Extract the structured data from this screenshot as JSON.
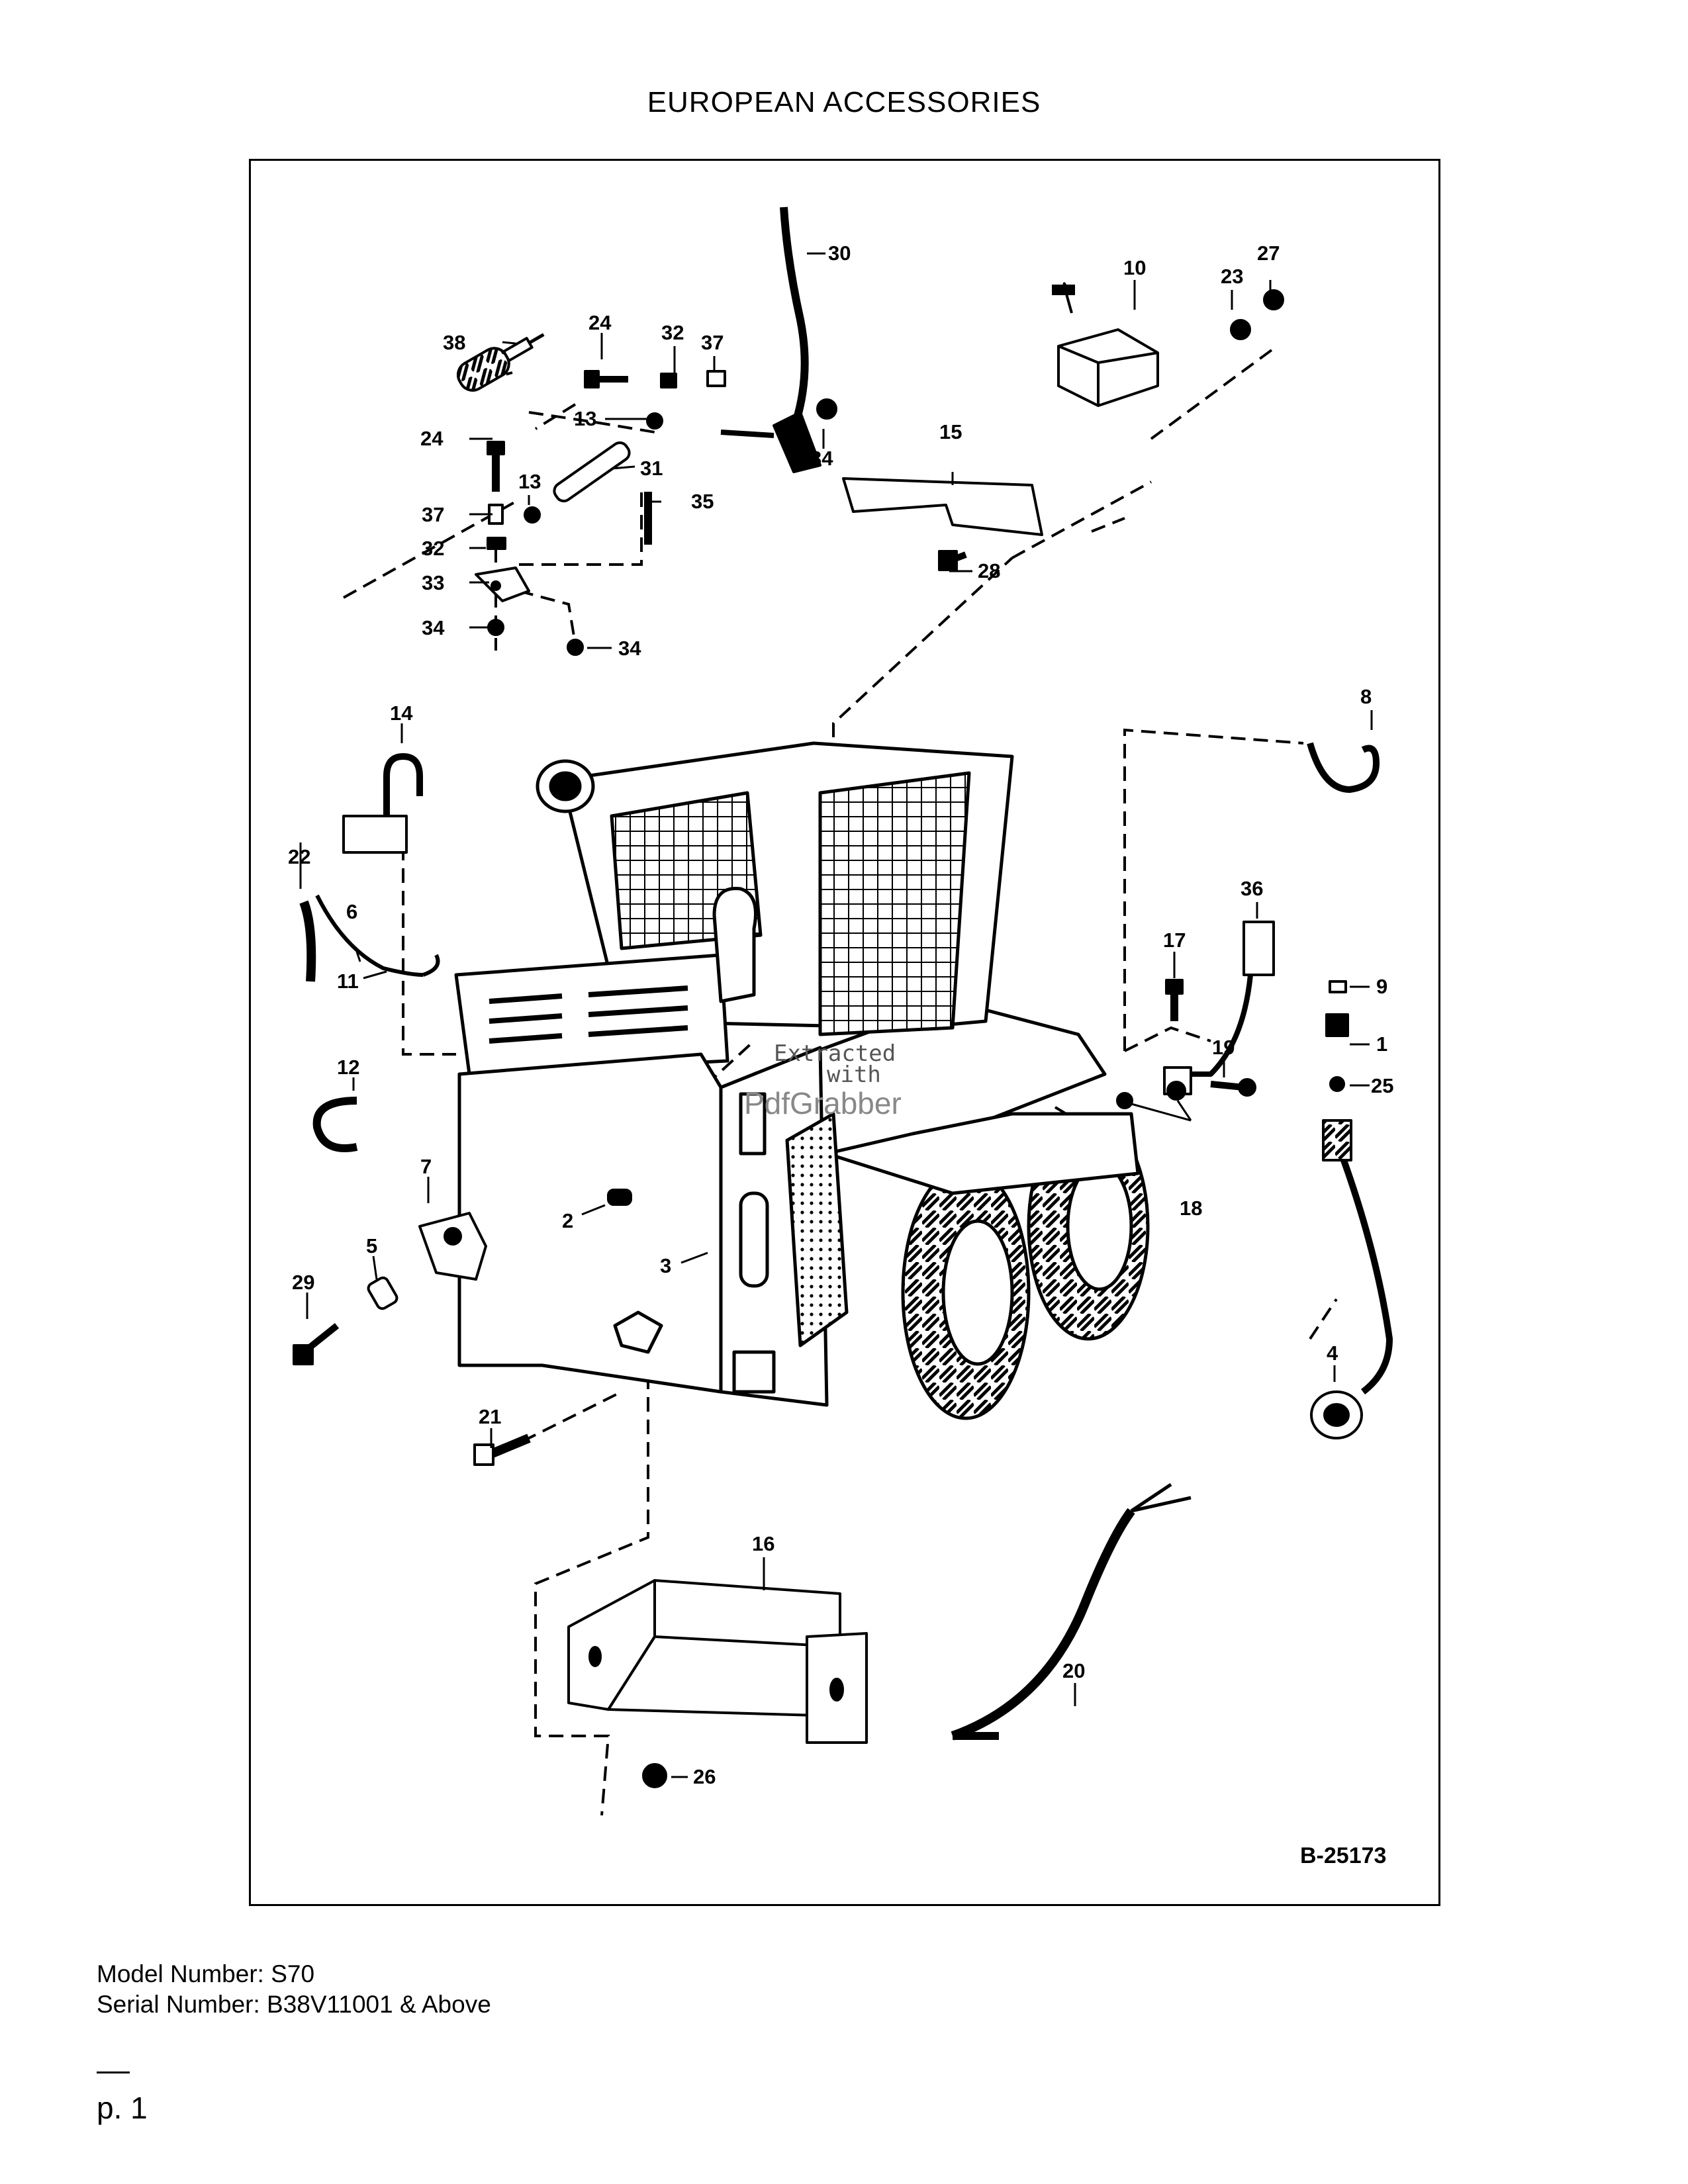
{
  "title": "EUROPEAN ACCESSORIES",
  "diagram": {
    "figure_id": "B-25173",
    "watermark": {
      "line1": "Extracted",
      "line2": "with",
      "line3": "PdfGrabber"
    },
    "callouts": {
      "c1": "1",
      "c2": "2",
      "c3": "3",
      "c4": "4",
      "c5": "5",
      "c6": "6",
      "c7": "7",
      "c8": "8",
      "c9": "9",
      "c10": "10",
      "c11": "11",
      "c12": "12",
      "c13a": "13",
      "c13b": "13",
      "c14": "14",
      "c15": "15",
      "c16": "16",
      "c17": "17",
      "c18": "18",
      "c19": "19",
      "c20": "20",
      "c21": "21",
      "c22": "22",
      "c23": "23",
      "c24a": "24",
      "c24b": "24",
      "c25": "25",
      "c26": "26",
      "c27": "27",
      "c28": "28",
      "c29": "29",
      "c30": "30",
      "c31": "31",
      "c32a": "32",
      "c32b": "32",
      "c33": "33",
      "c34a": "34",
      "c34b": "34",
      "c34c": "34",
      "c35": "35",
      "c36": "36",
      "c37a": "37",
      "c37b": "37",
      "c38": "38"
    }
  },
  "model_number": "Model Number: S70",
  "serial_number": "Serial Number: B38V11001 & Above",
  "page_label": "p. 1"
}
